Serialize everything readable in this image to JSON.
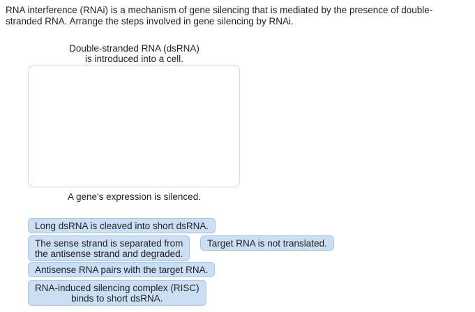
{
  "question": {
    "prompt": "RNA interference (RNAi) is a mechanism of gene silencing that is mediated by the presence of double-\nstranded RNA. Arrange the steps involved in gene silencing by RNAi."
  },
  "sequence": {
    "start_label": "Double-stranded RNA (dsRNA)\nis introduced into a cell.",
    "end_label": "A gene's expression is silenced."
  },
  "tiles": [
    {
      "label": "Long dsRNA is cleaved into short dsRNA."
    },
    {
      "label": "The sense strand is separated from\nthe antisense strand and degraded."
    },
    {
      "label": "Target RNA is not translated."
    },
    {
      "label": "Antisense RNA pairs with the target RNA."
    },
    {
      "label": "RNA-induced silencing complex (RISC)\nbinds to short dsRNA."
    }
  ],
  "colors": {
    "tile_fill": "#cbdff4",
    "tile_border": "#a6c3e3",
    "dropzone_border": "#c7daf0",
    "text": "#1f1f1f",
    "background": "#ffffff"
  }
}
